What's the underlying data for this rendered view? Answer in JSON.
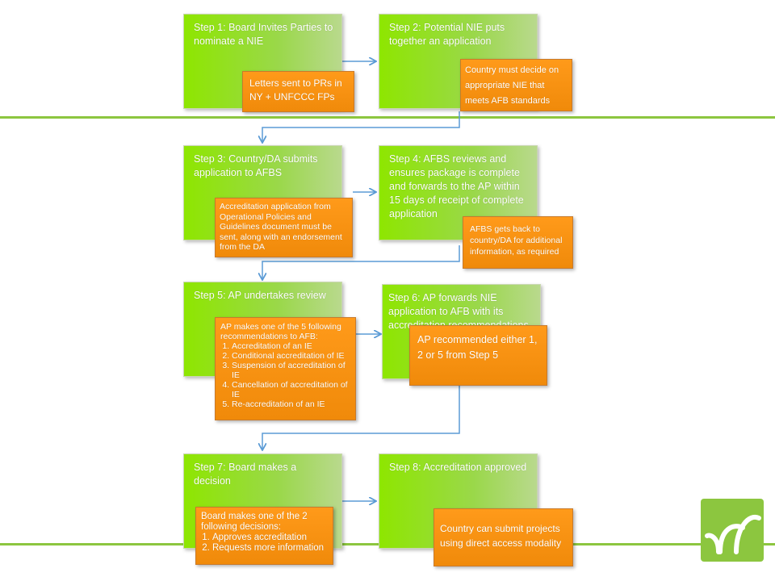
{
  "steps": [
    {
      "id": "step1",
      "text": "Step 1: Board Invites Parties to nominate a NIE"
    },
    {
      "id": "step2",
      "text": "Step 2: Potential NIE puts together an application"
    },
    {
      "id": "step3",
      "text": "Step 3: Country/DA submits application to AFBS"
    },
    {
      "id": "step4",
      "text": "Step 4: AFBS reviews and ensures package is complete and forwards to the AP within 15 days of receipt of complete application"
    },
    {
      "id": "step5",
      "text": "Step 5: AP undertakes review"
    },
    {
      "id": "step6",
      "text": "Step 6: AP forwards NIE application to AFB with its accreditation recommendations"
    },
    {
      "id": "step7",
      "text": "Step 7: Board makes a decision"
    },
    {
      "id": "step8",
      "text": "Step 8: Accreditation approved"
    }
  ],
  "notes": {
    "note1": "Letters sent to PRs in NY + UNFCCC FPs",
    "note2": "Country must decide on appropriate NIE that meets AFB standards",
    "note3": "Accreditation application from Operational Policies and Guidelines document must be sent, along with an endorsement from the DA",
    "note4": "AFBS gets back to country/DA for additional information, as required",
    "note5": {
      "intro": "AP makes one of the 5 following recommendations to AFB:",
      "items": [
        "Accreditation of an IE",
        "Conditional accreditation of IE",
        "Suspension of accreditation of IE",
        "Cancellation of accreditation of IE",
        "Re-accreditation of an IE"
      ]
    },
    "note6": "AP recommended either 1, 2 or 5 from Step 5",
    "note7": {
      "intro": "Board makes one of the 2 following decisions:",
      "items": [
        "Approves accreditation",
        "Requests more information"
      ]
    },
    "note8": "Country can submit projects using direct access modality"
  },
  "colors": {
    "step_green": "#8ee600",
    "note_orange": "#f7941d",
    "arrow_blue": "#5b9bd5",
    "rule_green": "#8cc63f"
  },
  "logo": {
    "icon": "adaptation-fund-logo-icon"
  }
}
